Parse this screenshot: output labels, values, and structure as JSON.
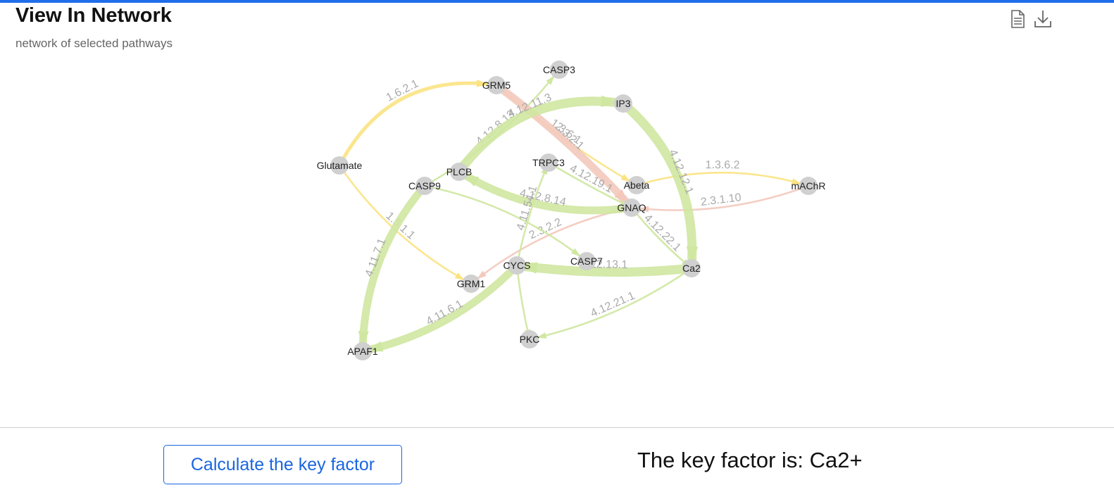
{
  "header": {
    "title": "View In Network",
    "subtitle": "network of selected pathways",
    "toolbar": {
      "view_icon": "document-icon",
      "download_icon": "download-icon"
    }
  },
  "colors": {
    "green": "#cfe7a1",
    "yellow": "#fbe382",
    "red": "#f3c9bc",
    "node": "#d0d0d0",
    "accent": "#1a66e0"
  },
  "network": {
    "nodes": [
      "GRM5",
      "CASP3",
      "IP3",
      "Glutamate",
      "TRPC3",
      "PLCB",
      "CASP9",
      "Abeta",
      "mAChR",
      "GNAQ",
      "CASP7",
      "CYCS",
      "GRM1",
      "Ca2",
      "APAF1",
      "PKC"
    ],
    "edges": [
      {
        "from": "Glutamate",
        "to": "GRM5",
        "label": "1.6.2.1",
        "color": "yellow",
        "weight": 2
      },
      {
        "from": "Glutamate",
        "to": "GRM1",
        "label": "1.5.1.1",
        "color": "yellow",
        "weight": 1
      },
      {
        "from": "GRM5",
        "to": "Abeta",
        "label": "1.3.6.1",
        "color": "yellow",
        "weight": 1
      },
      {
        "from": "Abeta",
        "to": "mAChR",
        "label": "1.3.6.2",
        "color": "yellow",
        "weight": 1
      },
      {
        "from": "CASP9",
        "to": "CASP3",
        "label": "4.12.8.13",
        "color": "green",
        "weight": 1
      },
      {
        "from": "GRM5",
        "to": "GNAQ",
        "label": "2.3.2.1",
        "color": "red",
        "weight": 4
      },
      {
        "from": "mAChR",
        "to": "GNAQ",
        "label": "2.3.1.10",
        "color": "red",
        "weight": 1
      },
      {
        "from": "GNAQ",
        "to": "GRM1",
        "label": "2.3.2.2",
        "color": "red",
        "weight": 1
      },
      {
        "from": "PLCB",
        "to": "IP3",
        "label": "4.12.11.3",
        "color": "green",
        "weight": 5
      },
      {
        "from": "IP3",
        "to": "Ca2",
        "label": "4.12.12.1",
        "color": "green",
        "weight": 5
      },
      {
        "from": "GNAQ",
        "to": "PLCB",
        "label": "4.12.8.14",
        "color": "green",
        "weight": 4
      },
      {
        "from": "TRPC3",
        "to": "GNAQ",
        "label": "4.12.19.1",
        "color": "green",
        "weight": 1
      },
      {
        "from": "GNAQ",
        "to": "Ca2",
        "label": "4.12.22.1",
        "color": "green",
        "weight": 1
      },
      {
        "from": "CASP9",
        "to": "CASP7",
        "label": "",
        "color": "green",
        "weight": 1
      },
      {
        "from": "CYCS",
        "to": "TRPC3",
        "label": "4.11.54.1",
        "color": "green",
        "weight": 1
      },
      {
        "from": "CASP9",
        "to": "APAF1",
        "label": "4.11.7.1",
        "color": "green",
        "weight": 4
      },
      {
        "from": "CYCS",
        "to": "APAF1",
        "label": "4.11.6.1",
        "color": "green",
        "weight": 4
      },
      {
        "from": "Ca2",
        "to": "CYCS",
        "label": "4.12.13.1",
        "color": "green",
        "weight": 5
      },
      {
        "from": "Ca2",
        "to": "PKC",
        "label": "4.12.21.1",
        "color": "green",
        "weight": 1
      },
      {
        "from": "CYCS",
        "to": "PKC",
        "label": "",
        "color": "green",
        "weight": 1
      }
    ]
  },
  "actions": {
    "calculate_label": "Calculate the key factor"
  },
  "result": {
    "text": "The key factor is:  Ca2+"
  }
}
